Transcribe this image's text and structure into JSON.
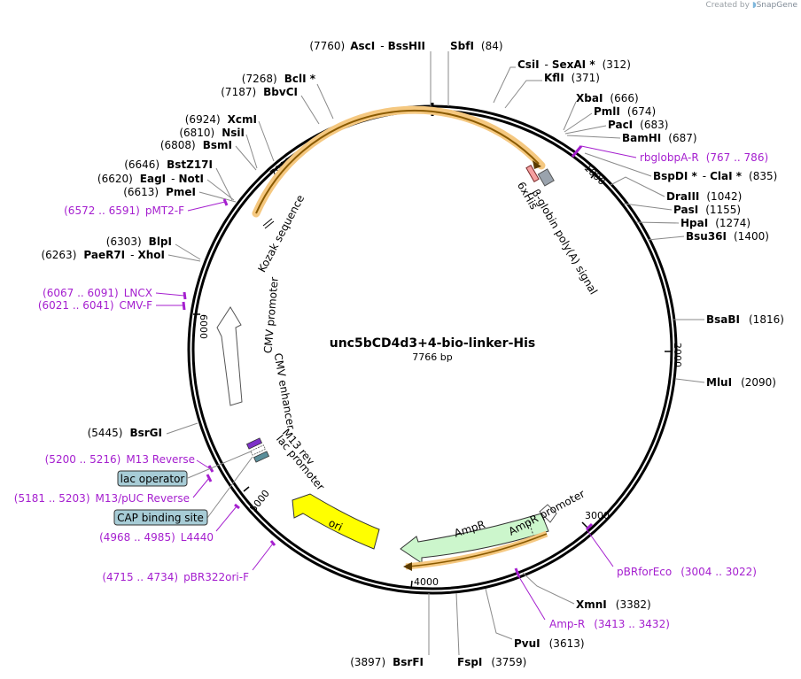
{
  "app": {
    "credit_prefix": "Created by",
    "credit_brand": "SnapGene"
  },
  "plasmid": {
    "name": "unc5bCD4d3+4-bio-linker-His",
    "size_label": "7766 bp"
  },
  "ticks": [
    "1000",
    "2000",
    "3000",
    "4000",
    "5000",
    "6000",
    "7000"
  ],
  "enzymes": [
    {
      "pos": "(7760)",
      "name": "AscI",
      "sep": "-",
      "name2": "BssHII"
    },
    {
      "name": "SbfI",
      "pos": "(84)"
    },
    {
      "name": "CsiI",
      "sep": "-",
      "name2": "SexAI *",
      "pos": "(312)"
    },
    {
      "name": "KflI",
      "pos": "(371)"
    },
    {
      "name": "XbaI",
      "pos": "(666)"
    },
    {
      "name": "PmlI",
      "pos": "(674)"
    },
    {
      "name": "PacI",
      "pos": "(683)"
    },
    {
      "name": "BamHI",
      "pos": "(687)"
    },
    {
      "name": "BspDI *",
      "sep": "-",
      "name2": "ClaI *",
      "pos": "(835)"
    },
    {
      "name": "DraIII",
      "pos": "(1042)"
    },
    {
      "name": "PasI",
      "pos": "(1155)"
    },
    {
      "name": "HpaI",
      "pos": "(1274)"
    },
    {
      "name": "Bsu36I",
      "pos": "(1400)"
    },
    {
      "name": "BsaBI",
      "pos": "(1816)"
    },
    {
      "name": "MluI",
      "pos": "(2090)"
    },
    {
      "name": "XmnI",
      "pos": "(3382)"
    },
    {
      "name": "PvuI",
      "pos": "(3613)"
    },
    {
      "name": "FspI",
      "pos": "(3759)"
    },
    {
      "pos": "(3897)",
      "name": "BsrFI"
    },
    {
      "pos": "(5445)",
      "name": "BsrGI"
    },
    {
      "pos": "(6303)",
      "name": "BlpI"
    },
    {
      "pos": "(6263)",
      "name": "PaeR7I",
      "sep": "-",
      "name2": "XhoI"
    },
    {
      "pos": "(6646)",
      "name": "BstZ17I"
    },
    {
      "pos": "(6620)",
      "name": "EagI",
      "sep": "-",
      "name2": "NotI"
    },
    {
      "pos": "(6613)",
      "name": "PmeI"
    },
    {
      "pos": "(6924)",
      "name": "XcmI"
    },
    {
      "pos": "(6810)",
      "name": "NsiI"
    },
    {
      "pos": "(6808)",
      "name": "BsmI"
    },
    {
      "pos": "(7268)",
      "name": "BclI *"
    },
    {
      "pos": "(7187)",
      "name": "BbvCI"
    }
  ],
  "primers": [
    {
      "name": "rbglobpA-R",
      "range": "(767 .. 786)"
    },
    {
      "name": "pBRforEco",
      "range": "(3004 .. 3022)"
    },
    {
      "name": "Amp-R",
      "range": "(3413 .. 3432)"
    },
    {
      "range": "(4715 .. 4734)",
      "name": "pBR322ori-F"
    },
    {
      "range": "(4968 .. 4985)",
      "name": "L4440"
    },
    {
      "range": "(5181 .. 5203)",
      "name": "M13/pUC Reverse"
    },
    {
      "range": "(5200 .. 5216)",
      "name": "M13 Reverse"
    },
    {
      "range": "(6021 .. 6041)",
      "name": "CMV-F"
    },
    {
      "range": "(6067 .. 6091)",
      "name": "LNCX"
    },
    {
      "range": "(6572 .. 6591)",
      "name": "pMT2-F"
    }
  ],
  "boxed_features": {
    "lac_operator": "lac operator",
    "cap_site": "CAP binding site"
  },
  "features": {
    "his": "6xHis",
    "polya": "β-globin poly(A) signal",
    "kozak": "Kozak sequence",
    "cmv_promoter": "CMV promoter",
    "cmv_enhancer": "CMV enhancer",
    "m13_rev": "M13 rev",
    "lac_promoter": "lac promoter",
    "ori": "ori",
    "ampr": "AmpR",
    "ampr_promoter": "AmpR promoter"
  },
  "colors": {
    "backbone": "#000000",
    "orf_highlight": "#f5c880",
    "ori_fill": "#ffff00",
    "ampr_fill": "#ccf6cc",
    "primer": "#a51fcf",
    "boxed_feature": "#a7ccd6"
  }
}
